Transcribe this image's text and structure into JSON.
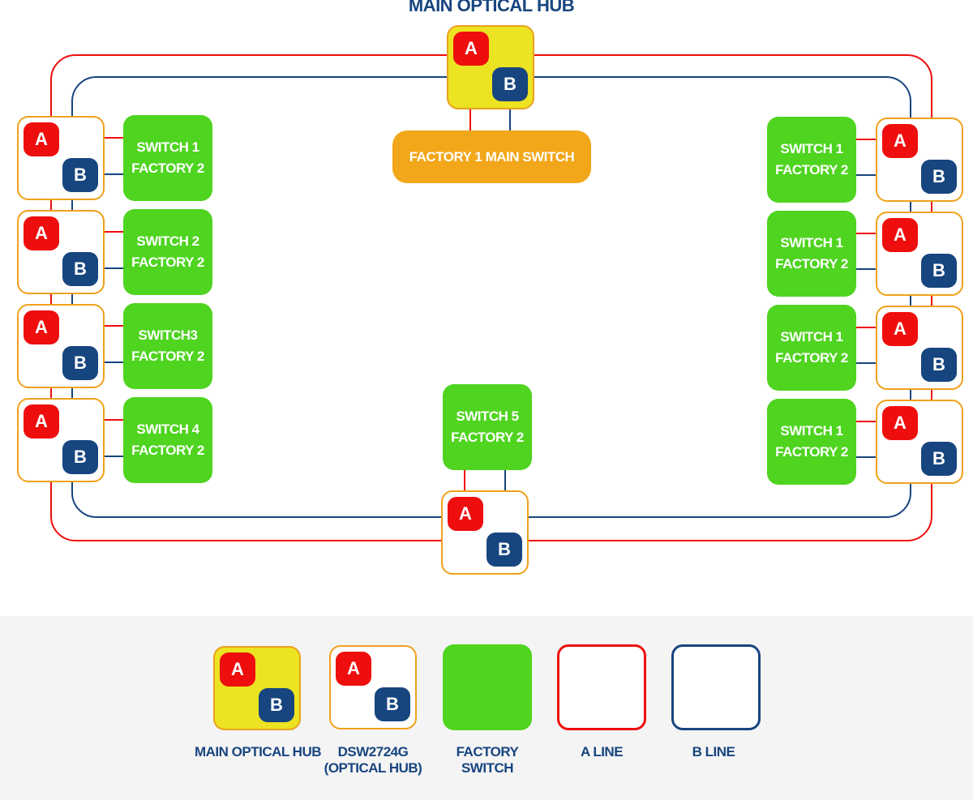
{
  "title": "MAIN OPTICAL HUB",
  "main_switch": "FACTORY 1 MAIN SWITCH",
  "port_a": "A",
  "port_b": "B",
  "switches": [
    {
      "line1": "SWITCH 1",
      "line2": "FACTORY 2"
    },
    {
      "line1": "SWITCH 2",
      "line2": "FACTORY 2"
    },
    {
      "line1": "SWITCH3",
      "line2": "FACTORY 2"
    },
    {
      "line1": "SWITCH 4",
      "line2": "FACTORY 2"
    },
    {
      "line1": "SWITCH 5",
      "line2": "FACTORY 2"
    },
    {
      "line1": "SWITCH 1",
      "line2": "FACTORY 2"
    },
    {
      "line1": "SWITCH 1",
      "line2": "FACTORY 2"
    },
    {
      "line1": "SWITCH 1",
      "line2": "FACTORY 2"
    },
    {
      "line1": "SWITCH 1",
      "line2": "FACTORY 2"
    }
  ],
  "legend": {
    "main_hub": "MAIN OPTICAL HUB",
    "optical_hub_1": "DSW2724G",
    "optical_hub_2": "(OPTICAL HUB)",
    "factory_switch_1": "FACTORY",
    "factory_switch_2": "SWITCH",
    "a_line": "A LINE",
    "b_line": "B LINE"
  },
  "colors": {
    "a_line": "#ee0e0e",
    "b_line": "#17457f",
    "main_hub_fill": "#ece322",
    "hub_border": "#f0a11b",
    "factory_switch": "#4fd420",
    "main_switch": "#f2a619"
  }
}
